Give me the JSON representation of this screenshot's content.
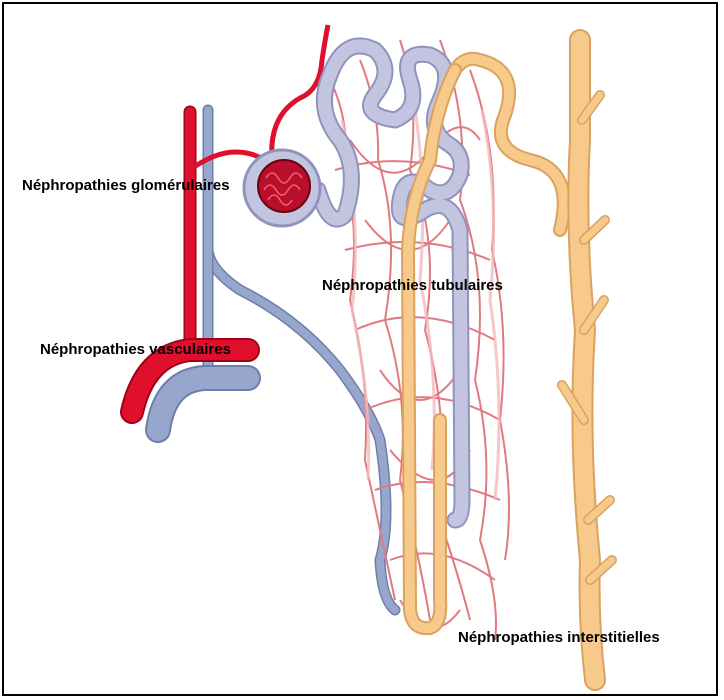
{
  "labels": {
    "glomerular": "Néphropathies glomérulaires",
    "tubular": "Néphropathies tubulaires",
    "vascular": "Néphropathies vasculaires",
    "interstitial": "Néphropathies interstitielles"
  },
  "colors": {
    "artery": "#e0102c",
    "vein": "#97a6cc",
    "tubule": "#c3c5e0",
    "collecting_duct": "#f7c98b",
    "capillary": "#f0a4a8",
    "border": "#000000"
  }
}
